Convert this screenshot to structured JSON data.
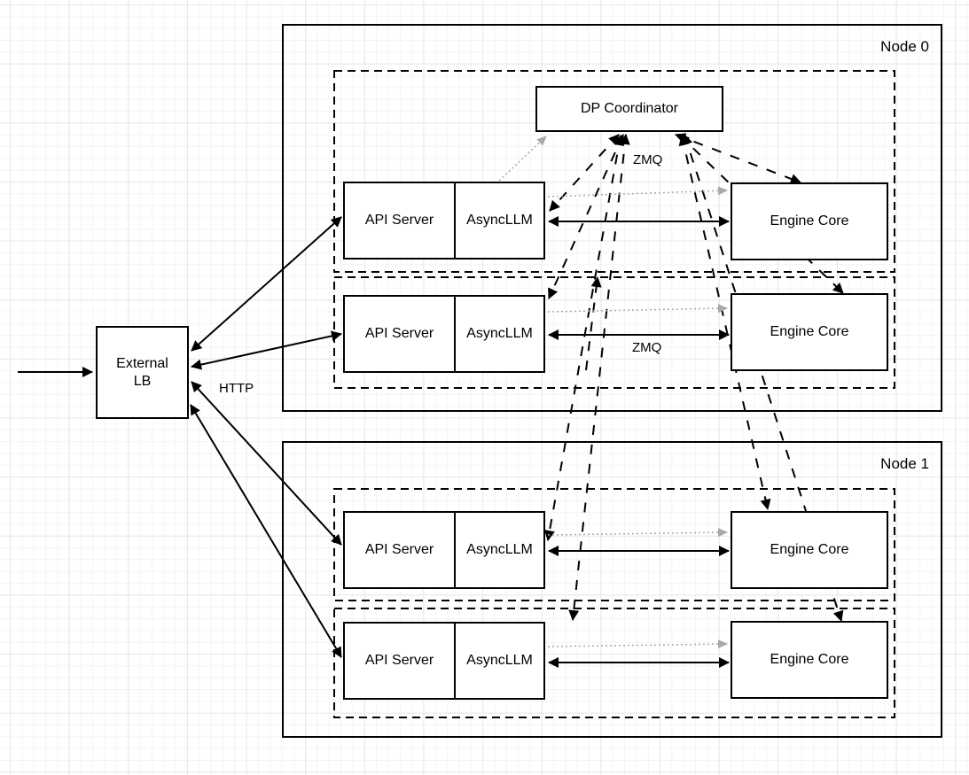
{
  "diagram": {
    "external_lb": {
      "label": "External LB"
    },
    "coordinator": {
      "label": "DP Coordinator"
    },
    "nodes": [
      {
        "label": "Node 0"
      },
      {
        "label": "Node 1"
      }
    ],
    "rows": [
      {
        "api": "API Server",
        "async": "AsyncLLM",
        "engine": "Engine Core"
      },
      {
        "api": "API Server",
        "async": "AsyncLLM",
        "engine": "Engine Core"
      },
      {
        "api": "API Server",
        "async": "AsyncLLM",
        "engine": "Engine Core"
      },
      {
        "api": "API Server",
        "async": "AsyncLLM",
        "engine": "Engine Core"
      }
    ],
    "edge_labels": {
      "http": "HTTP",
      "zmq_top": "ZMQ",
      "zmq_mid": "ZMQ"
    },
    "colors": {
      "line": "#000000",
      "dotted_line": "#a9a9a9",
      "box_fill": "#ffffff"
    }
  }
}
